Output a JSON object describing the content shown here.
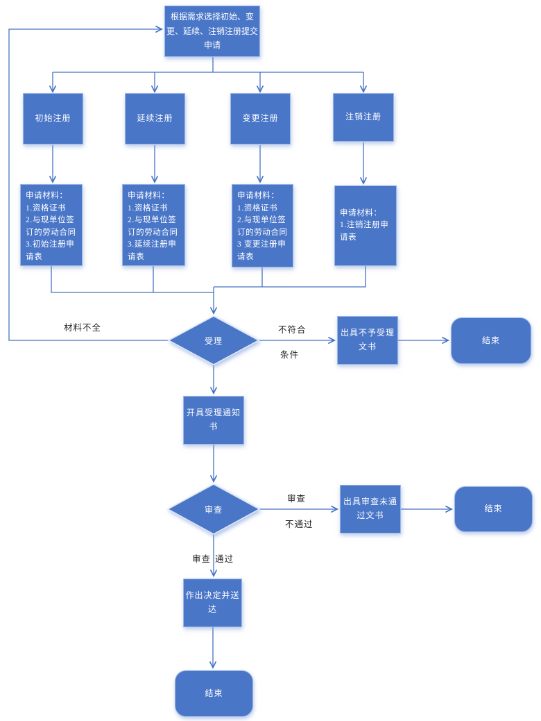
{
  "flow": {
    "start_label": "根据需求选择初始、变更、延续、注销注册提交申请",
    "branches": [
      {
        "label": "初始注册"
      },
      {
        "label": "延续注册"
      },
      {
        "label": "变更注册"
      },
      {
        "label": "注销注册"
      }
    ],
    "materials": [
      {
        "lines": [
          "申请材料：",
          "1.资格证书",
          "2.与现单位签订的劳动合同",
          "3.初始注册申请表"
        ]
      },
      {
        "lines": [
          "申请材料：",
          "1.资格证书",
          "2.与现单位签订的劳动合同",
          "3.延续注册申请表"
        ]
      },
      {
        "lines": [
          "申请材料：",
          "1.资格证书",
          "2.与现单位签订的劳动合同",
          "3 变更注册申请表"
        ]
      },
      {
        "lines": [
          "申请材料：",
          "1.注销注册申请表"
        ]
      }
    ],
    "accept_label": "受理",
    "reject_doc": "出具不予受理文书",
    "end1": "结束",
    "accept_notice": "开具受理通知书",
    "review_label": "审查",
    "review_fail_doc": "出具审查未通过文书",
    "end2": "结束",
    "decision": "作出决定并送达",
    "end3": "结束",
    "edge_labels": {
      "incomplete": "材料不全",
      "not_meet_line1": "不符合",
      "not_meet_line2": "条件",
      "fail_line1": "审查",
      "fail_line2": "不通过",
      "pass_line1": "审查",
      "pass_line2": "通过"
    },
    "colors": {
      "node_fill": "#4a76c8",
      "node_border": "#9db7e6",
      "connector": "#4472c4",
      "node_text": "#ffffff",
      "label_text": "#262626"
    }
  }
}
